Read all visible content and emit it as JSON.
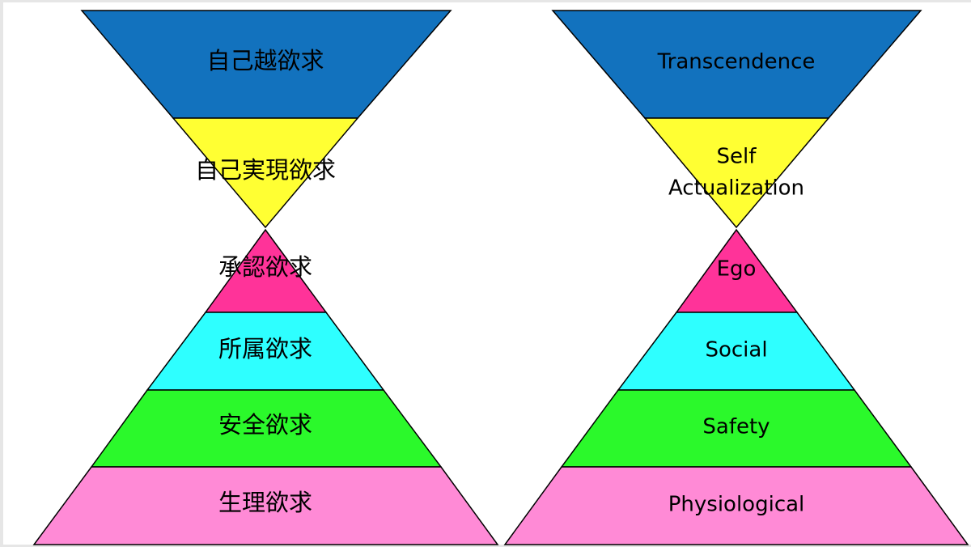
{
  "colors": {
    "transcendence": "#1272BE",
    "self_actualization": "#FFFF33",
    "ego": "#FF3399",
    "social": "#2EFFFF",
    "safety": "#2BF92B",
    "physiological": "#FF8AD6"
  },
  "japanese": {
    "transcendence": "自己越欲求",
    "self_actualization": "自己実現欲求",
    "ego": "承認欲求",
    "social": "所属欲求",
    "safety": "安全欲求",
    "physiological": "生理欲求"
  },
  "english": {
    "transcendence": "Transcendence",
    "self_actualization_line1": "Self",
    "self_actualization_line2": "Actualization",
    "ego": "Ego",
    "social": "Social",
    "safety": "Safety",
    "physiological": "Physiological"
  }
}
